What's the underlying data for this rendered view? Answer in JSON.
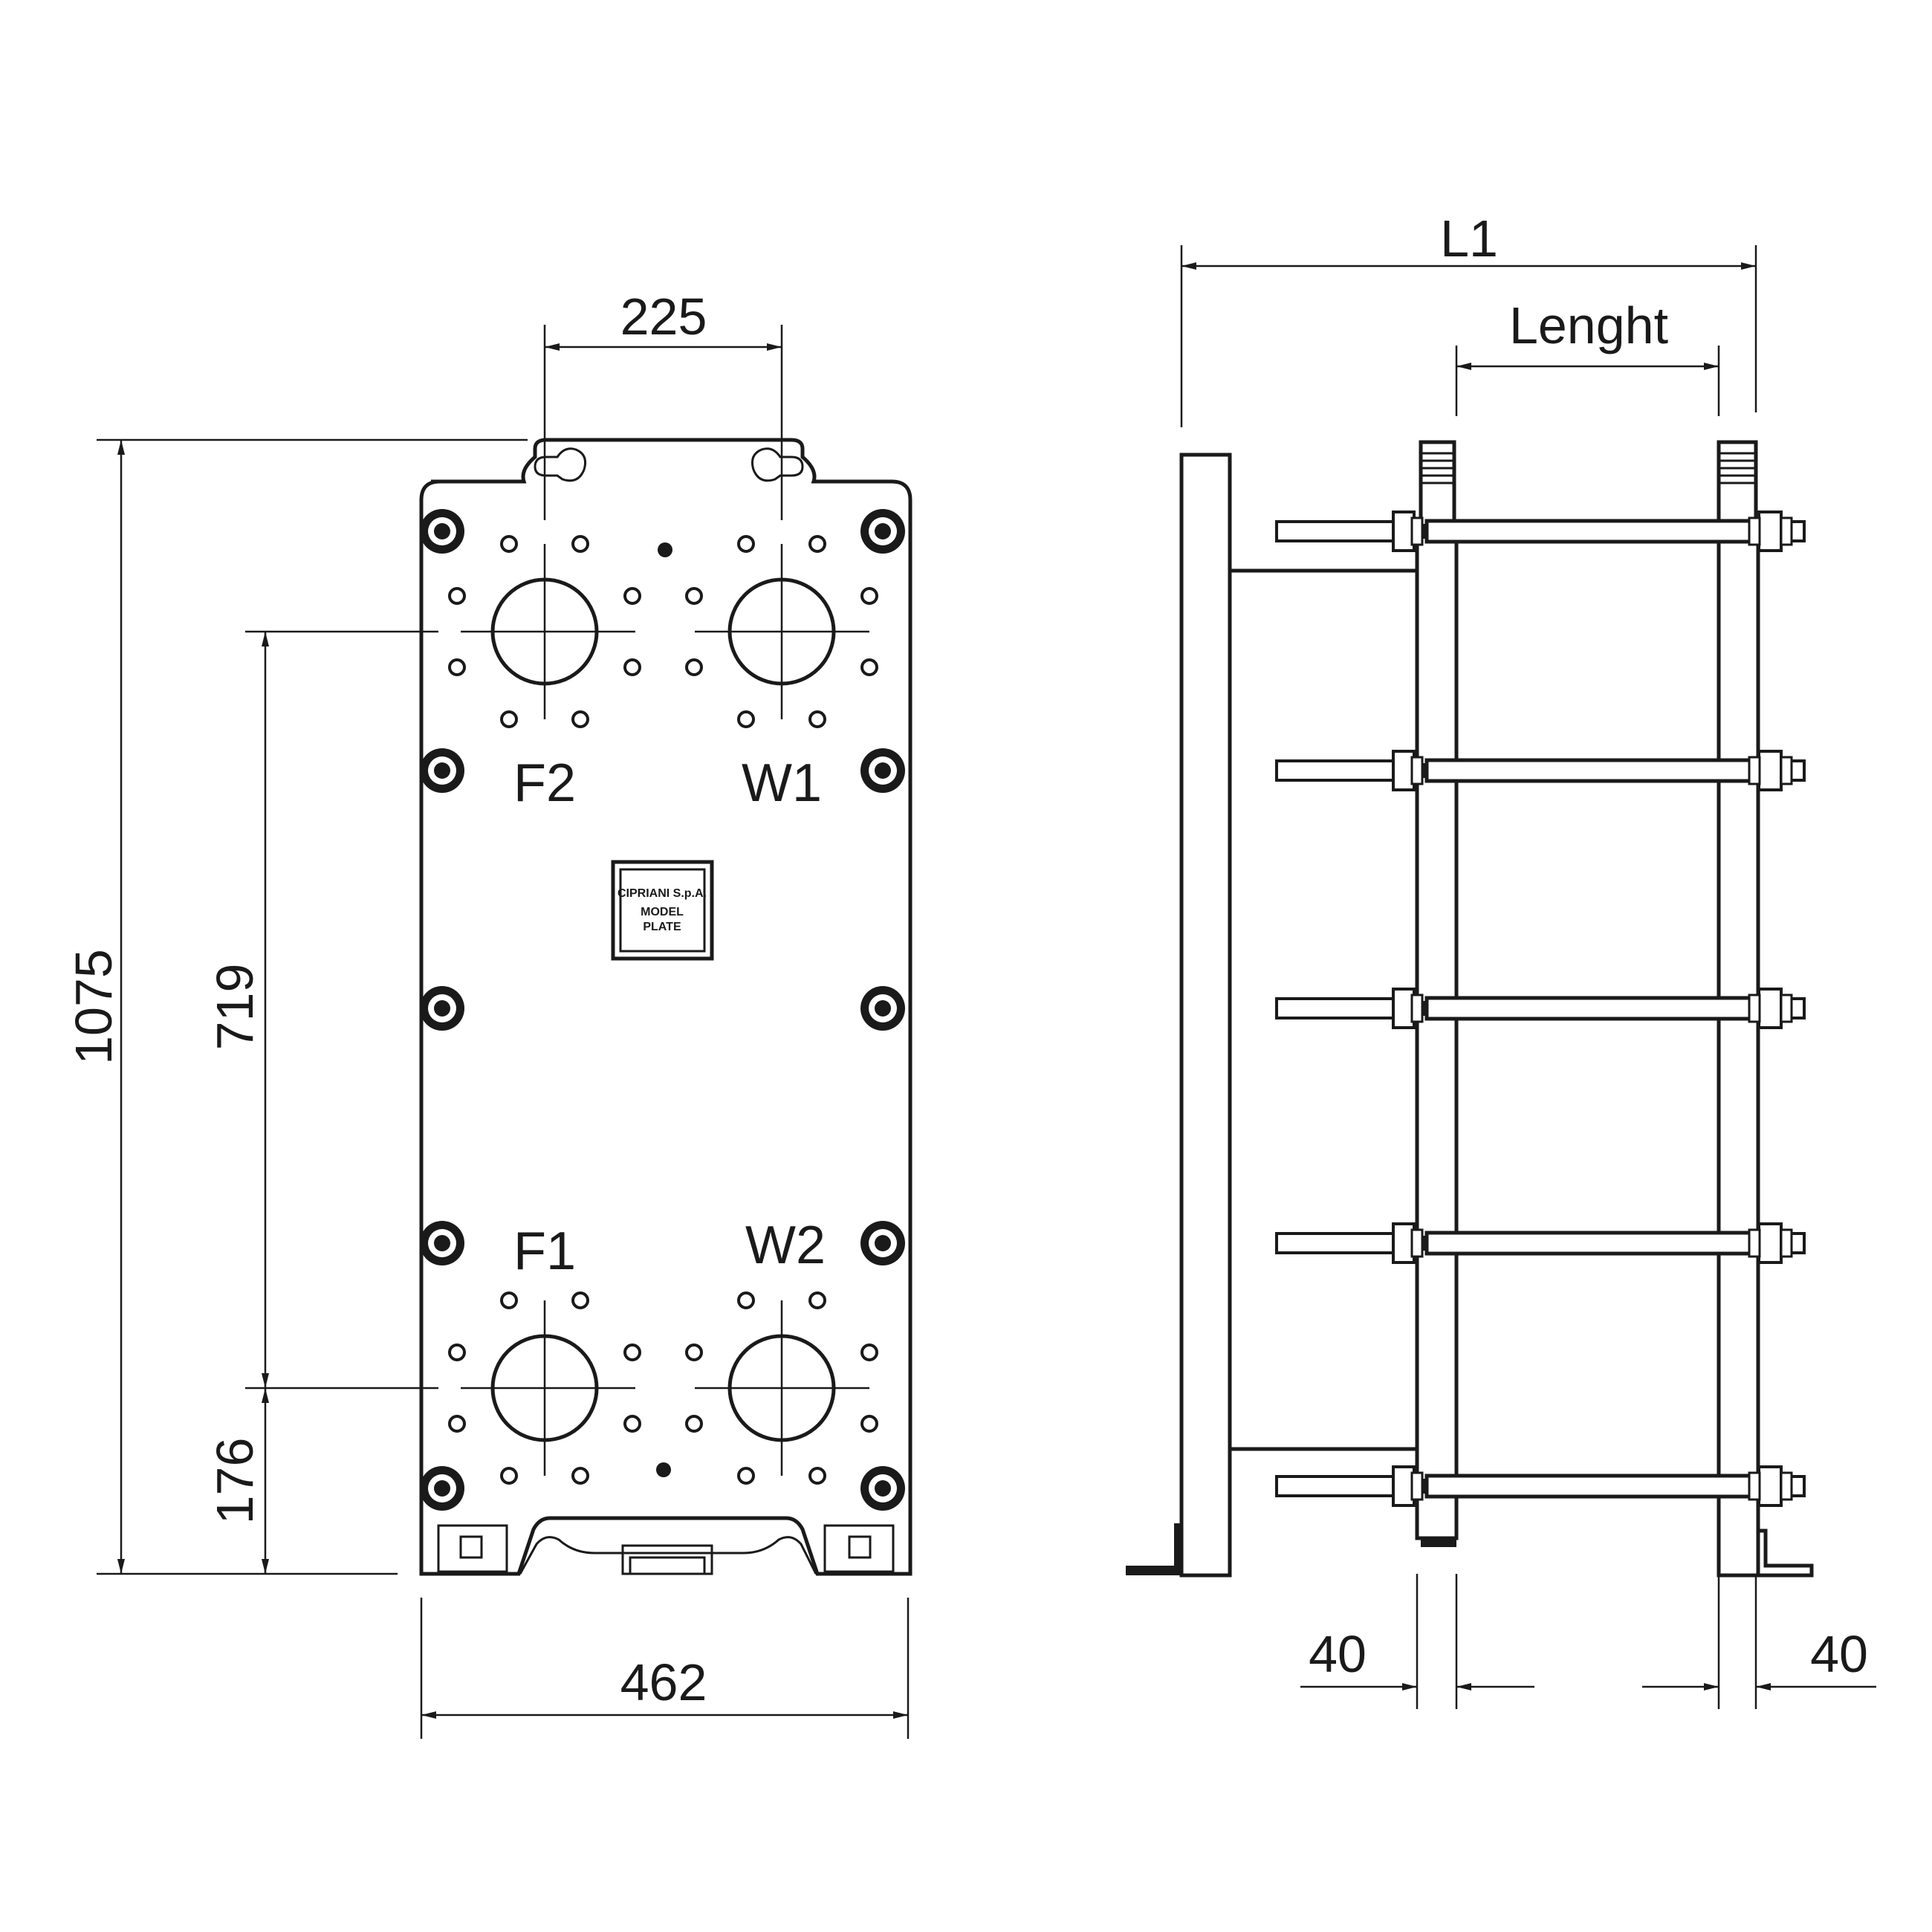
{
  "front_view": {
    "dims": {
      "total_height": "1075",
      "port_centers": "719",
      "bottom_offset": "176",
      "port_spacing": "225",
      "width": "462"
    },
    "ports": {
      "top_left": "F2",
      "top_right": "W1",
      "bottom_left": "F1",
      "bottom_right": "W2"
    },
    "nameplate": {
      "line1": "CIPRIANI S.p.A.",
      "line2": "MODEL",
      "line3": "PLATE"
    }
  },
  "side_view": {
    "dims": {
      "overall": "L1",
      "pack": "Lenght",
      "left_plate": "40",
      "right_plate": "40"
    }
  }
}
